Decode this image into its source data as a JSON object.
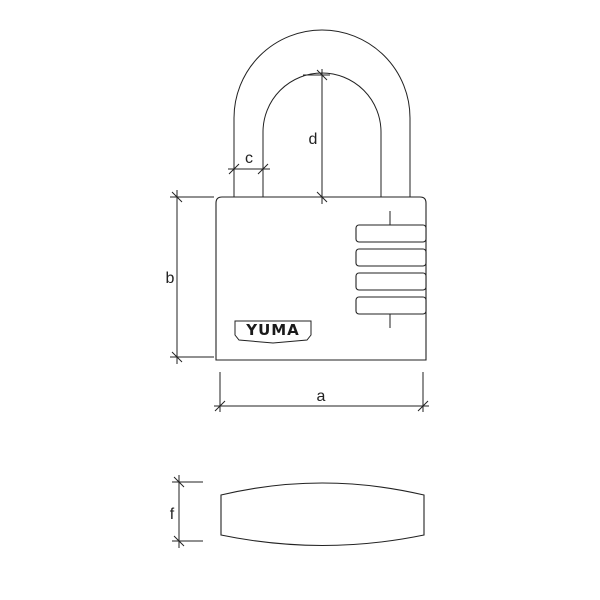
{
  "drawing": {
    "brand": "YUMA",
    "dimensions": {
      "a": "a",
      "b": "b",
      "c": "c",
      "d": "d",
      "f": "f"
    }
  },
  "colors": {
    "line": "#222222",
    "background": "#ffffff"
  }
}
